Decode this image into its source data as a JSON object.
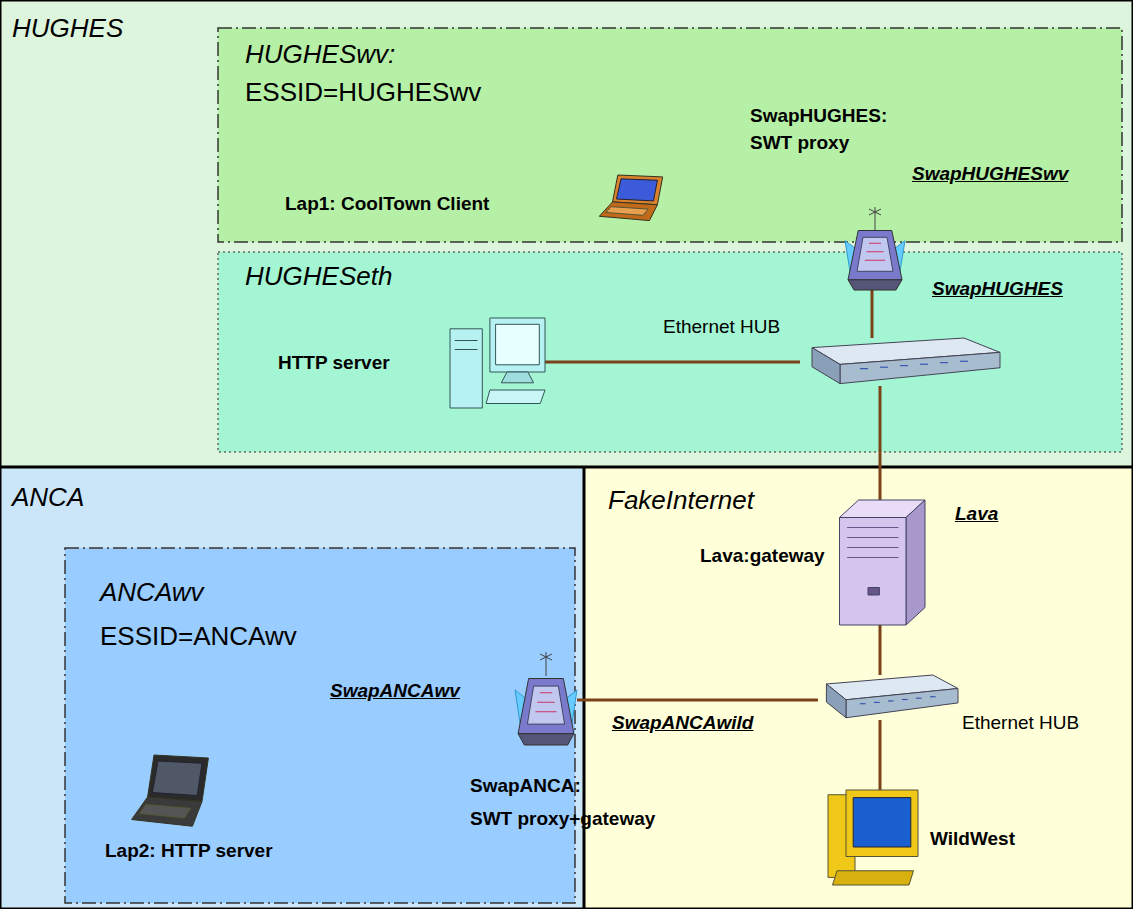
{
  "diagram": {
    "nodes": [
      {
        "text": [
          "HUGHES"
        ]
      },
      {
        "text": [
          "HUGHESwv:",
          "ESSID=HUGHESwv"
        ],
        "in": 0
      },
      {
        "text": [
          "SwapHUGHES:",
          "SWT proxy",
          "SwapHUGHESwv",
          "SwapHUGHES"
        ],
        "in": 1
      },
      {
        "text": [
          "Lap1: CoolTown Client"
        ],
        "in": 1
      },
      {
        "text": [
          "HUGHESeth"
        ],
        "in": 0
      },
      {
        "text": [
          "HTTP server"
        ],
        "in": 4
      },
      {
        "text": [
          "Ethernet HUB"
        ],
        "in": 4
      },
      {
        "text": [
          "ANCA"
        ]
      },
      {
        "text": [
          "ANCAwv",
          "ESSID=ANCAwv"
        ],
        "in": 7
      },
      {
        "text": [
          "SwapANCAwv",
          "SwapANCAwild",
          "SwapANCA:",
          "SWT proxy+gateway"
        ],
        "in": 8
      },
      {
        "text": [
          "Lap2: HTTP server"
        ],
        "in": 8
      },
      {
        "text": [
          "FakeInternet"
        ]
      },
      {
        "text": [
          "Lava:gateway",
          "Lava"
        ],
        "in": 11
      },
      {
        "text": [
          "Ethernet HUB"
        ],
        "in": 11
      },
      {
        "text": [
          "WildWest"
        ],
        "in": 11
      }
    ],
    "edges": [
      {
        "from": 2,
        "to": 6,
        "arrow": "none"
      },
      {
        "from": 6,
        "to": 5,
        "arrow": "none"
      },
      {
        "from": 6,
        "to": 12,
        "arrow": "none"
      },
      {
        "from": 12,
        "to": 13,
        "arrow": "none"
      },
      {
        "from": 13,
        "to": 9,
        "arrow": "none"
      },
      {
        "from": 13,
        "to": 14,
        "arrow": "none"
      }
    ]
  }
}
